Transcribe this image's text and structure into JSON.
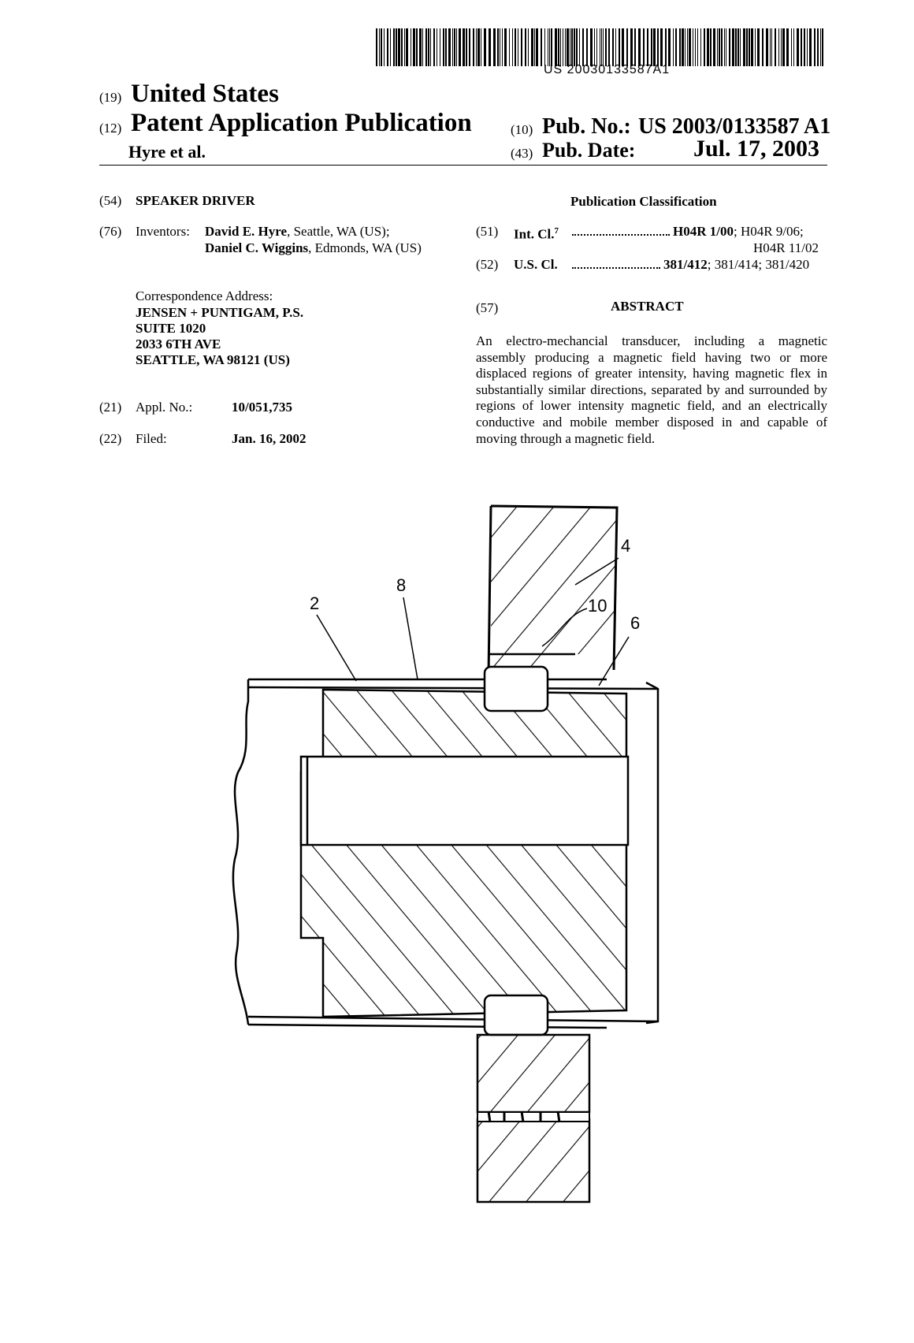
{
  "header": {
    "doc_number": "US 20030133587A1",
    "code19": "(19)",
    "country": "United States",
    "code12": "(12)",
    "pub_type": "Patent Application Publication",
    "code10": "(10)",
    "pub_no_label": "Pub. No.:",
    "pub_no": "US 2003/0133587 A1",
    "applicant": "Hyre et al.",
    "code43": "(43)",
    "pub_date_label": "Pub. Date:",
    "pub_date": "Jul. 17, 2003"
  },
  "left": {
    "code54": "(54)",
    "title": "SPEAKER DRIVER",
    "code76": "(76)",
    "inventors_label": "Inventors:",
    "inventor1_name": "David E. Hyre",
    "inventor1_loc": ", Seattle, WA (US);",
    "inventor2_name": "Daniel C. Wiggins",
    "inventor2_loc": ", Edmonds, WA (US)",
    "corr_label": "Correspondence Address:",
    "corr_line1": "JENSEN + PUNTIGAM, P.S.",
    "corr_line2": "SUITE 1020",
    "corr_line3": "2033 6TH AVE",
    "corr_line4": "SEATTLE, WA 98121 (US)",
    "code21": "(21)",
    "appl_label": "Appl. No.:",
    "appl_no": "10/051,735",
    "code22": "(22)",
    "filed_label": "Filed:",
    "filed": "Jan. 16, 2002"
  },
  "right": {
    "pub_class_heading": "Publication Classification",
    "code51": "(51)",
    "intcl_label": "Int. Cl.",
    "intcl_sup": "7",
    "intcl_main": "H04R 1/00",
    "intcl_rest": "; H04R 9/06;",
    "intcl_line2": "H04R 11/02",
    "code52": "(52)",
    "uscl_label": "U.S. Cl.",
    "uscl_main": "381/412",
    "uscl_rest": "; 381/414; 381/420",
    "code57": "(57)",
    "abstract_heading": "ABSTRACT",
    "abstract_text": "An electro-mechancial transducer, including a magnetic assembly producing a magnetic field having two or more displaced regions of greater intensity, having magnetic flex in substantially similar directions, separated by and surrounded by regions of lower intensity magnetic field, and an electrically conductive and mobile member disposed in and capable of moving through a magnetic field."
  },
  "figure": {
    "labels": [
      "2",
      "8",
      "4",
      "10",
      "6"
    ]
  }
}
